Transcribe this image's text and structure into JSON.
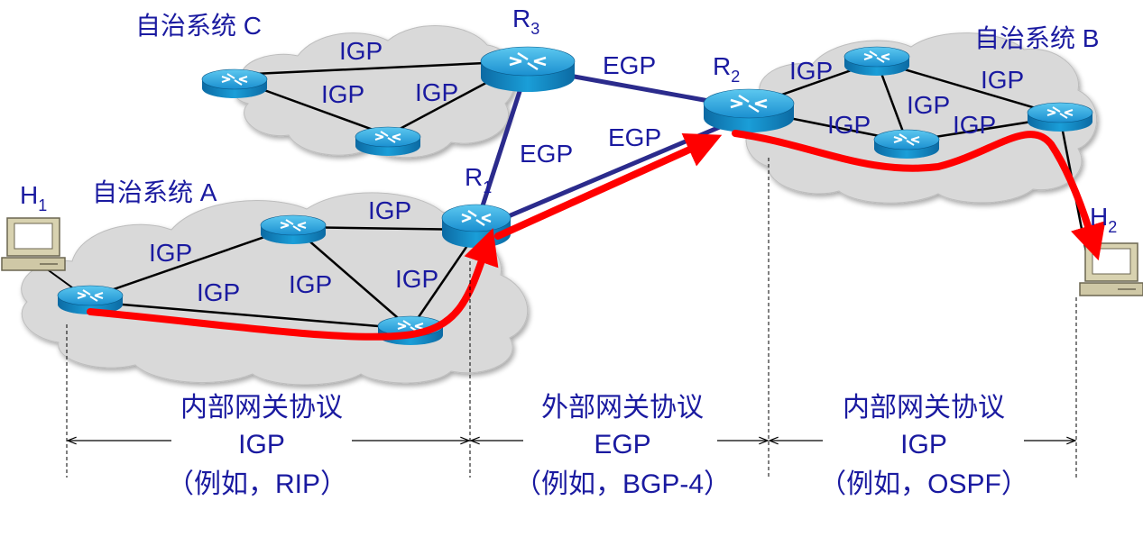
{
  "autonomous_systems": {
    "a": "自治系统 A",
    "b": "自治系统 B",
    "c": "自治系统 C"
  },
  "routers": {
    "r1": {
      "letter": "R",
      "sub": "1"
    },
    "r2": {
      "letter": "R",
      "sub": "2"
    },
    "r3": {
      "letter": "R",
      "sub": "3"
    }
  },
  "hosts": {
    "h1": {
      "letter": "H",
      "sub": "1"
    },
    "h2": {
      "letter": "H",
      "sub": "2"
    }
  },
  "link_labels": {
    "igp": "IGP",
    "egp": "EGP"
  },
  "sections": [
    {
      "title": "内部网关协议",
      "protocol": "IGP",
      "example": "（例如，RIP）"
    },
    {
      "title": "外部网关协议",
      "protocol": "EGP",
      "example": "（例如，BGP-4）"
    },
    {
      "title": "内部网关协议",
      "protocol": "IGP",
      "example": "（例如，OSPF）"
    }
  ],
  "colors": {
    "text": "#1a1aa0",
    "egp_link": "#2b2b8c",
    "igp_link": "#000000",
    "route_arrow": "#ff0000",
    "cloud": "#d9d9d9",
    "router": "#1a9ed8"
  }
}
